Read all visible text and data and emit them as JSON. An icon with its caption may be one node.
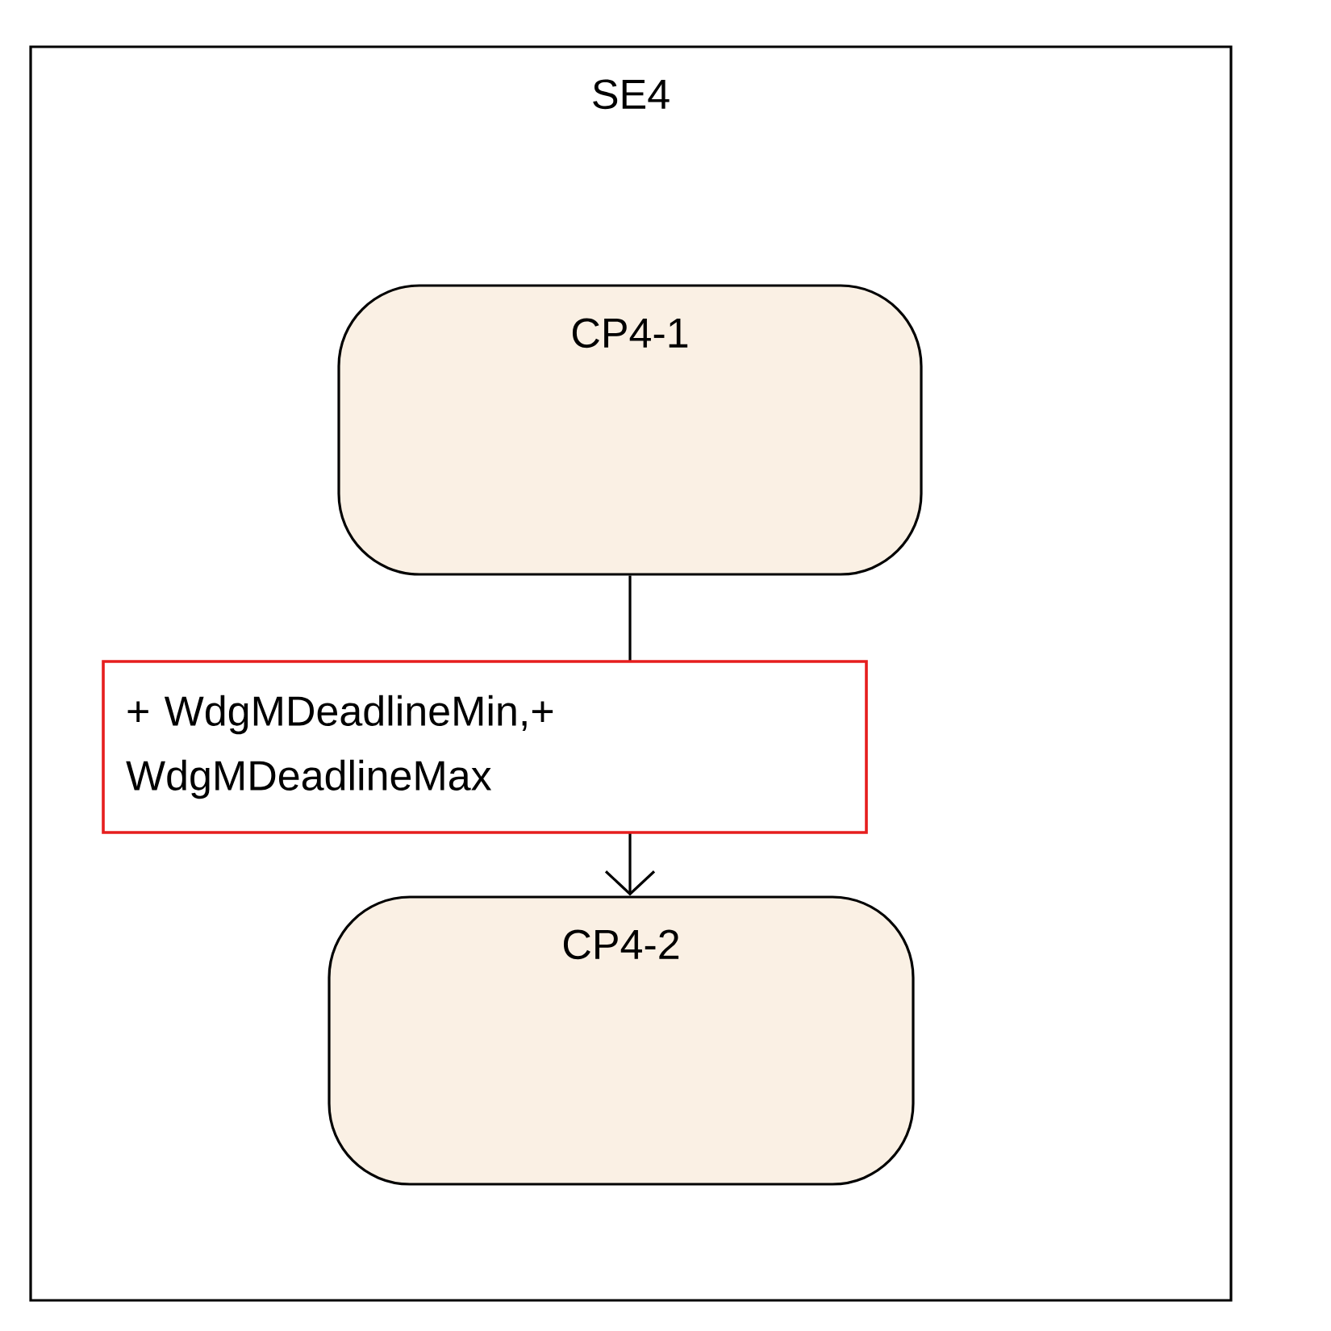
{
  "diagram": {
    "nodes": [
      {
        "text": [
          "SE4"
        ]
      },
      {
        "text": [
          "CP4-1"
        ],
        "in": 0
      },
      {
        "text": [
          "CP4-2"
        ],
        "in": 0
      }
    ],
    "edges": [
      {
        "from": 1,
        "to": 2,
        "arrow": "to",
        "label": "+ WdgMDeadlineMin,+ WdgMDeadlineMax"
      }
    ]
  }
}
